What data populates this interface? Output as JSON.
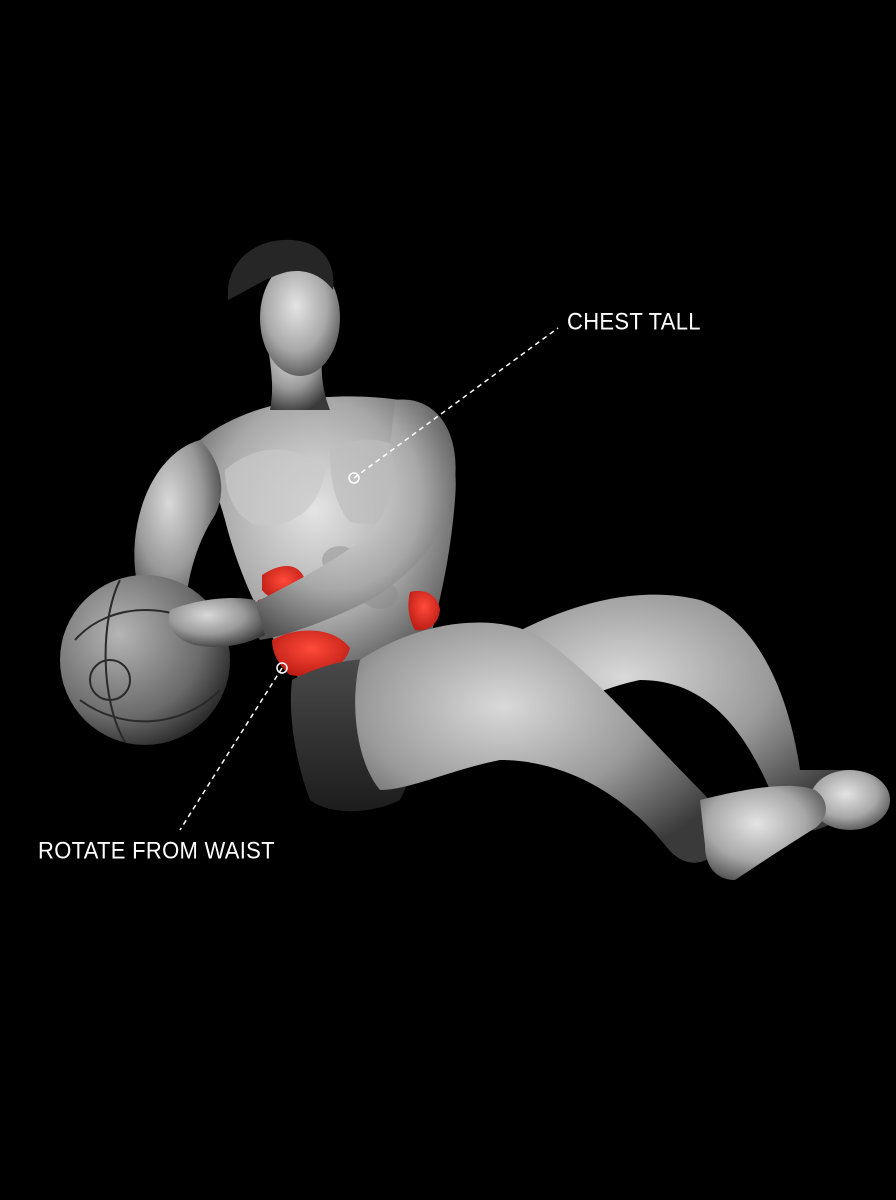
{
  "annotations": {
    "chest": {
      "text": "CHEST TALL"
    },
    "waist": {
      "text": "ROTATE FROM WAIST"
    }
  },
  "colors": {
    "background": "#000000",
    "highlight_muscle": "#e0261d",
    "label_text": "#ffffff",
    "leader_line": "#ffffff"
  },
  "illustration": {
    "subject": "seated-russian-twist-figure",
    "prop": "medicine-ball-icon",
    "highlighted_muscles": [
      "obliques"
    ]
  }
}
